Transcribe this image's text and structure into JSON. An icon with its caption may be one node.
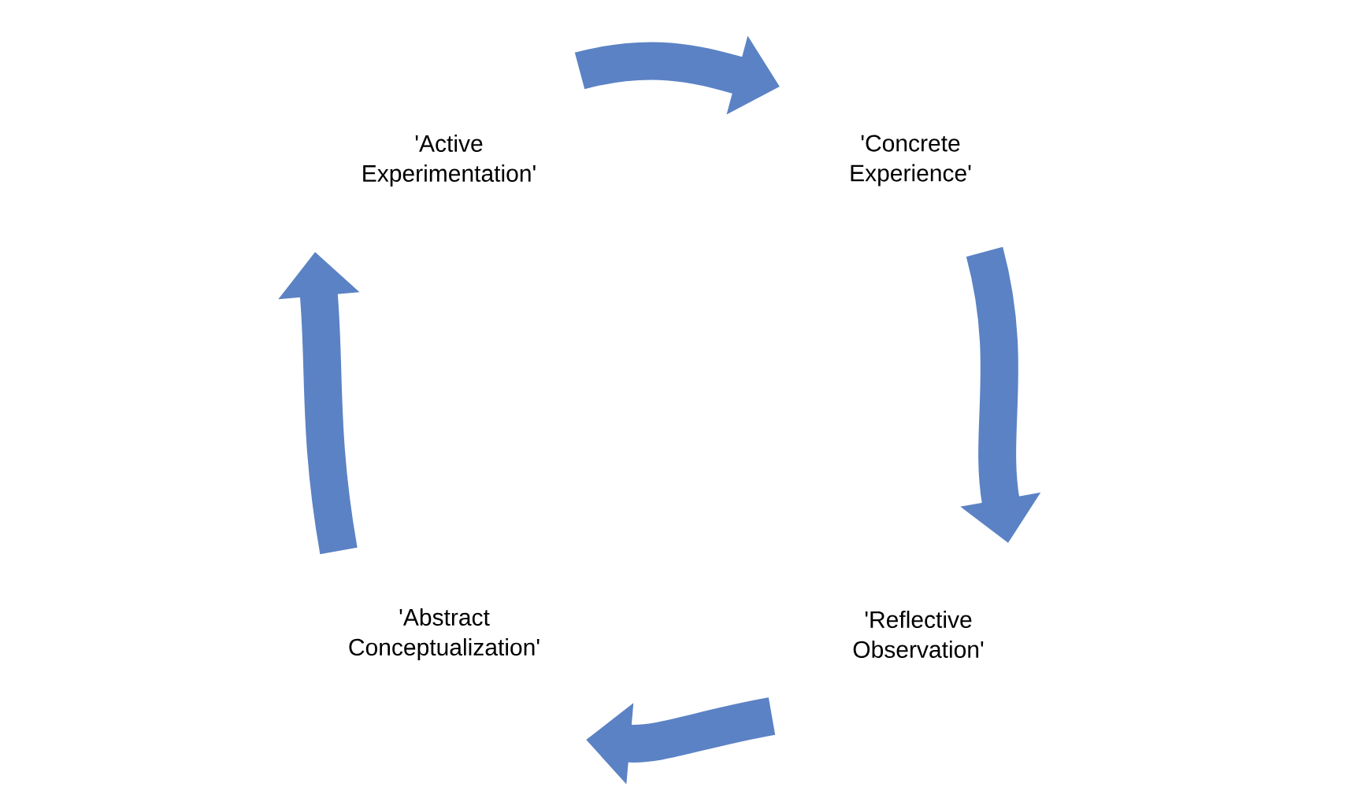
{
  "diagram": {
    "nodes": [
      {
        "text": [
          "'Concrete Experience'"
        ]
      },
      {
        "text": [
          "'Reflective Observation'"
        ]
      },
      {
        "text": [
          "'Abstract Conceptualization'"
        ]
      },
      {
        "text": [
          "'Active Experimentation'"
        ]
      }
    ],
    "edges": [
      {
        "from": 3,
        "to": 0,
        "arrow": "to"
      },
      {
        "from": 0,
        "to": 1,
        "arrow": "to"
      },
      {
        "from": 1,
        "to": 2,
        "arrow": "to"
      },
      {
        "from": 2,
        "to": 3,
        "arrow": "to"
      }
    ]
  }
}
